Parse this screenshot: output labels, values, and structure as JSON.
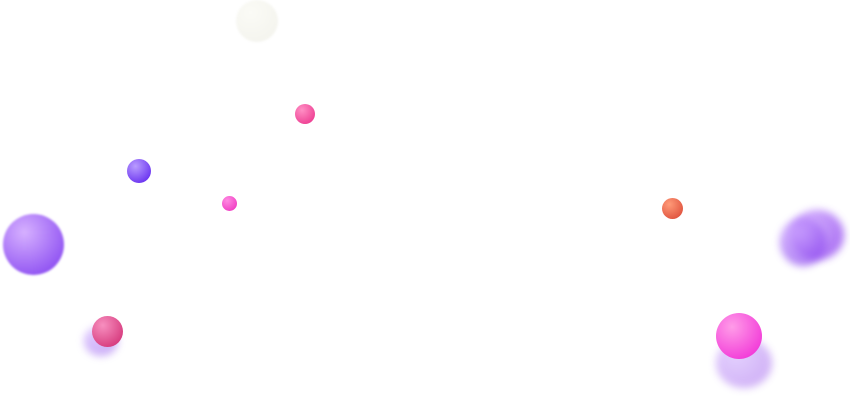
{
  "scene": {
    "background": "#ffffff",
    "orbs": [
      {
        "name": "faint-white-orb",
        "light": "#fbfbf6",
        "dark": "#f4f4ee"
      },
      {
        "name": "pink-orb-small-top",
        "light": "#ff8fc4",
        "dark": "#ee3f93"
      },
      {
        "name": "violet-orb-left",
        "light": "#b99cff",
        "dark": "#6a33f0"
      },
      {
        "name": "magenta-orb-tiny",
        "light": "#ff8ae2",
        "dark": "#f03ec3"
      },
      {
        "name": "lavender-orb-large-blurred",
        "light": "#d6b0ff",
        "dark": "#8f52f2"
      },
      {
        "name": "rose-orb-bottom-left",
        "light": "#f78fbf",
        "dark": "#d63a7d"
      },
      {
        "name": "purple-glow-bottom-left",
        "light": "#c7a0ff",
        "dark": "#9a63ee"
      },
      {
        "name": "coral-orb-right",
        "light": "#ff9a78",
        "dark": "#e0543f"
      },
      {
        "name": "violet-orb-right-blurred-a",
        "light": "#d0a8ff",
        "dark": "#9a55f0"
      },
      {
        "name": "violet-orb-right-blurred-b",
        "light": "#c89dff",
        "dark": "#8a45ee"
      },
      {
        "name": "magenta-orb-large-bottom-right",
        "light": "#ff9ce8",
        "dark": "#f23ad8"
      },
      {
        "name": "purple-glow-bottom-right",
        "light": "#c59cff",
        "dark": "#9650ea"
      }
    ]
  }
}
